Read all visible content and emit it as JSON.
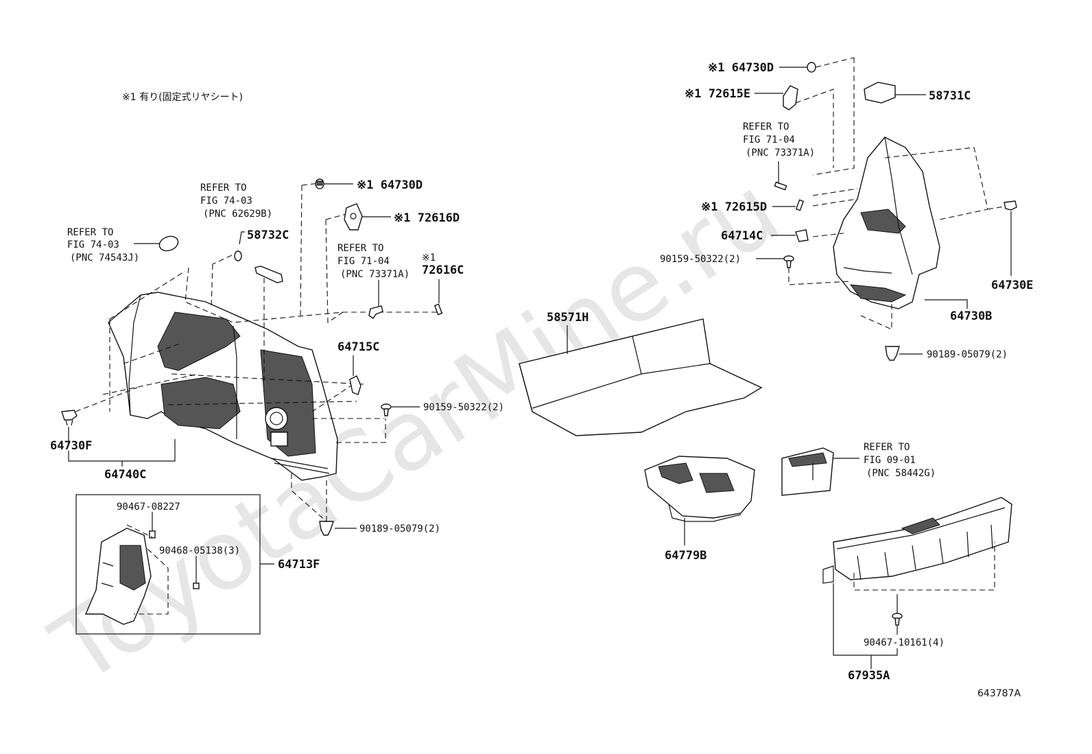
{
  "watermark": "ToyotaCarMine.ru",
  "note": "※1 有り(固定式リヤシート)",
  "figure_id": "643787A",
  "refs": {
    "ref1": [
      "REFER TO",
      "FIG 74-03",
      "(PNC 74543J)"
    ],
    "ref2": [
      "REFER TO",
      "FIG 74-03",
      "(PNC 62629B)"
    ],
    "ref3": [
      "REFER TO",
      "FIG 71-04",
      "(PNC 73371A)"
    ],
    "ref4": [
      "REFER TO",
      "FIG 71-04",
      "(PNC 73371A)"
    ],
    "ref5": [
      "REFER TO",
      "FIG 09-01",
      "(PNC 58442G)"
    ]
  },
  "labels": {
    "l64730D_left": "※1 64730D",
    "l72616D": "※1 72616D",
    "l58732C": "58732C",
    "l72616C_mark": "※1",
    "l72616C": "72616C",
    "l64715C": "64715C",
    "l90159_left": "90159-50322(2)",
    "l64730F": "64730F",
    "l64740C": "64740C",
    "l90189_left": "90189-05079(2)",
    "l90467_08227": "90467-08227",
    "l90468_05138": "90468-05138(3)",
    "l64713F": "64713F",
    "l58571H": "58571H",
    "l64730D_right": "※1 64730D",
    "l72615E": "※1 72615E",
    "l58731C": "58731C",
    "l72615D": "※1 72615D",
    "l64714C": "64714C",
    "l90159_right": "90159-50322(2)",
    "l64730E": "64730E",
    "l64730B": "64730B",
    "l90189_right": "90189-05079(2)",
    "l64779B": "64779B",
    "l90467_10161": "90467-10161(4)",
    "l67935A": "67935A"
  }
}
